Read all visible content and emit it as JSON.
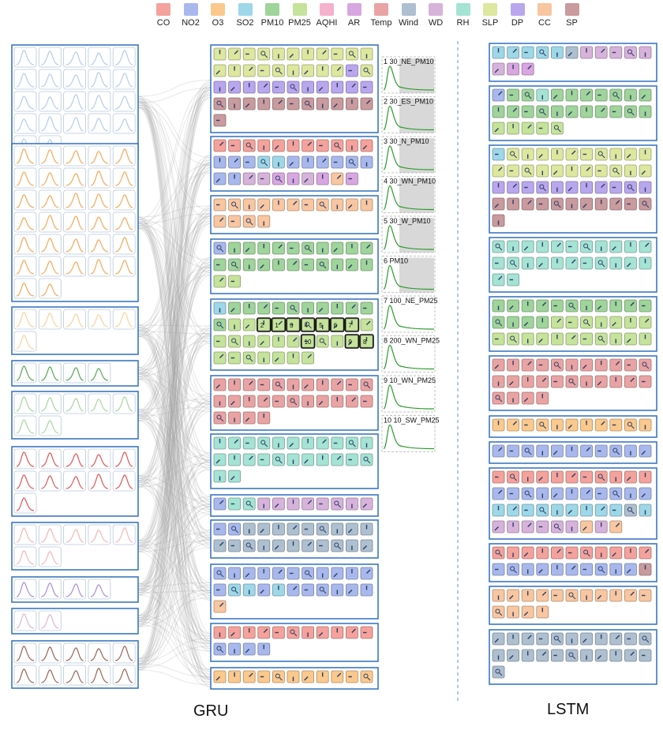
{
  "legend": [
    {
      "label": "CO",
      "color": "#f4a29b"
    },
    {
      "label": "NO2",
      "color": "#a9b8ec"
    },
    {
      "label": "O3",
      "color": "#fbc98d"
    },
    {
      "label": "SO2",
      "color": "#9ed7e8"
    },
    {
      "label": "PM10",
      "color": "#9fd49a"
    },
    {
      "label": "PM25",
      "color": "#c5e39a"
    },
    {
      "label": "AQHI",
      "color": "#f6b1cc"
    },
    {
      "label": "AR",
      "color": "#d8a6e0"
    },
    {
      "label": "Temp",
      "color": "#eaa3a3"
    },
    {
      "label": "Wind",
      "color": "#aebfd0"
    },
    {
      "label": "WD",
      "color": "#d7b3dc"
    },
    {
      "label": "RH",
      "color": "#a5e3d4"
    },
    {
      "label": "SLP",
      "color": "#dde79e"
    },
    {
      "label": "DP",
      "color": "#b9a7ee"
    },
    {
      "label": "CC",
      "color": "#f8c6a0"
    },
    {
      "label": "SP",
      "color": "#c99a9e"
    }
  ],
  "gru_label": "GRU",
  "lstm_label": "LSTM",
  "spark_labels": [
    "1 30_NE_PM10",
    "2 30_ES_PM10",
    "3 30_N_PM10",
    "4 30_WN_PM10",
    "5 30_W_PM10",
    "6 PM10",
    "7 100_NE_PM25",
    "8 200_WN_PM25",
    "9 10_WN_PM25",
    "10 10_SW_PM25"
  ],
  "highlight_numbers": [
    "2",
    "1",
    "3",
    "4",
    "5",
    "6",
    "7",
    "10",
    "9",
    "8"
  ],
  "left_clusters": [
    {
      "count": 22,
      "color": "#a9c3e8"
    },
    {
      "count": 32,
      "color": "#f39a3c"
    },
    {
      "count": 6,
      "color": "#fbc98d"
    },
    {
      "count": 4,
      "color": "#3a9a3a"
    },
    {
      "count": 7,
      "color": "#99d090"
    },
    {
      "count": 11,
      "color": "#d93a3a"
    },
    {
      "count": 7,
      "color": "#f4a9a9"
    },
    {
      "count": 4,
      "color": "#9a7ad8"
    },
    {
      "count": 2,
      "color": "#d6a9c9"
    },
    {
      "count": 10,
      "color": "#8a4a3a"
    }
  ],
  "gru_groups": [
    {
      "rows": [
        [
          "SLP",
          "SLP",
          "SLP",
          "SLP",
          "SLP",
          "SLP",
          "SLP",
          "SLP",
          "SLP",
          "SLP",
          "SLP"
        ],
        [
          "SLP",
          "SLP",
          "SLP",
          "SLP",
          "SLP",
          "SLP",
          "SLP",
          "SLP",
          "SLP",
          "DP",
          "SLP"
        ],
        [
          "DP",
          "DP",
          "DP",
          "DP",
          "DP",
          "DP",
          "DP",
          "DP",
          "DP",
          "DP",
          "DP"
        ],
        [
          "SP",
          "SP",
          "SP",
          "SP",
          "SP",
          "SP",
          "SP",
          "SP",
          "SP",
          "SP",
          "SP"
        ],
        [
          "SP"
        ]
      ]
    },
    {
      "rows": [
        [
          "CO",
          "CO",
          "CO",
          "CO",
          "CO",
          "CO",
          "CO",
          "CO",
          "CO",
          "CO",
          "CO"
        ],
        [
          "NO2",
          "NO2",
          "NO2",
          "SO2",
          "SO2",
          "NO2",
          "NO2",
          "NO2",
          "NO2",
          "NO2",
          "NO2"
        ],
        [
          "NO2",
          "NO2",
          "WD",
          "WD",
          "AR",
          "AR",
          "WD",
          "AR",
          "CC",
          "AR"
        ]
      ]
    },
    {
      "rows": [
        [
          "CC",
          "CC",
          "CC",
          "CC",
          "CC",
          "CC",
          "CC",
          "CC",
          "CC",
          "CC",
          "CC"
        ],
        [
          "CC",
          "CC",
          "CC",
          "CC"
        ]
      ]
    },
    {
      "rows": [
        [
          "NO2",
          "PM10",
          "PM10",
          "PM10",
          "PM10",
          "PM10",
          "PM10",
          "PM10",
          "PM10",
          "PM10",
          "PM10"
        ],
        [
          "PM10",
          "PM10",
          "PM10",
          "PM10",
          "PM10",
          "PM10",
          "PM10",
          "PM10",
          "PM10",
          "PM10",
          "PM10"
        ],
        [
          "PM25",
          "PM25"
        ]
      ]
    },
    {
      "rows": [
        [
          "SO2",
          "PM10",
          "PM10",
          "PM10",
          "PM10",
          "PM10",
          "PM10",
          "PM10",
          "PM10",
          "PM10",
          "PM10"
        ],
        [
          "PM10",
          "PM25",
          "PM25",
          "PM25",
          "PM25",
          "PM25",
          "PM25",
          "PM25",
          "PM25",
          "PM25",
          "PM25"
        ],
        [
          "PM25",
          "PM25",
          "PM25",
          "PM25",
          "PM25",
          "PM25",
          "PM25",
          "PM25",
          "PM25",
          "PM25",
          "PM25"
        ],
        [
          "PM25",
          "PM25",
          "PM25",
          "PM25",
          "PM25",
          "PM25",
          "PM25"
        ]
      ]
    },
    {
      "rows": [
        [
          "Temp",
          "Temp",
          "Temp",
          "Temp",
          "Temp",
          "Temp",
          "Temp",
          "Temp",
          "Temp",
          "Temp",
          "Temp"
        ],
        [
          "Temp",
          "Temp",
          "Temp",
          "Temp",
          "Temp",
          "Temp",
          "Temp",
          "Temp",
          "Temp",
          "Temp",
          "Temp"
        ],
        [
          "Temp",
          "Temp",
          "Temp",
          "Temp"
        ]
      ]
    },
    {
      "rows": [
        [
          "RH",
          "RH",
          "RH",
          "RH",
          "RH",
          "RH",
          "RH",
          "RH",
          "RH",
          "RH",
          "RH"
        ],
        [
          "RH",
          "RH",
          "RH",
          "RH",
          "RH",
          "RH",
          "RH",
          "RH",
          "RH",
          "RH",
          "RH"
        ],
        [
          "RH",
          "RH"
        ]
      ]
    },
    {
      "rows": [
        [
          "NO2",
          "RH",
          "RH",
          "WD",
          "WD",
          "WD",
          "WD",
          "WD",
          "WD",
          "WD",
          "WD"
        ]
      ]
    },
    {
      "rows": [
        [
          "NO2",
          "NO2",
          "Wind",
          "Wind",
          "Wind",
          "Wind",
          "Wind",
          "Wind",
          "Wind",
          "Wind",
          "Wind"
        ],
        [
          "Wind",
          "Wind",
          "Wind",
          "Wind",
          "Wind",
          "Wind",
          "Wind",
          "Wind",
          "Wind",
          "Wind",
          "Wind"
        ]
      ]
    },
    {
      "rows": [
        [
          "NO2",
          "NO2",
          "NO2",
          "NO2",
          "NO2",
          "NO2",
          "NO2",
          "NO2",
          "NO2",
          "NO2",
          "NO2"
        ],
        [
          "NO2",
          "SO2",
          "SO2",
          "NO2",
          "SO2",
          "NO2",
          "NO2",
          "NO2",
          "NO2",
          "NO2",
          "NO2"
        ],
        [
          "CC"
        ]
      ]
    },
    {
      "rows": [
        [
          "CO",
          "CO",
          "CO",
          "CO",
          "CO",
          "CO",
          "CO",
          "CO",
          "CO",
          "CO",
          "CO"
        ],
        [
          "NO2",
          "NO2",
          "NO2",
          "NO2"
        ]
      ]
    },
    {
      "rows": [
        [
          "O3",
          "O3",
          "O3",
          "O3",
          "O3",
          "O3",
          "O3",
          "O3",
          "O3",
          "O3",
          "O3"
        ]
      ]
    }
  ],
  "lstm_groups": [
    {
      "rows": [
        [
          "SO2",
          "SO2",
          "SO2",
          "SO2",
          "SO2",
          "Wind",
          "WD",
          "WD",
          "WD",
          "WD",
          "WD"
        ],
        [
          "WD",
          "AR",
          "AR"
        ]
      ]
    },
    {
      "rows": [
        [
          "NO2",
          "PM10",
          "PM10",
          "RH",
          "PM10",
          "PM10",
          "PM10",
          "PM10",
          "PM10",
          "PM10",
          "PM10"
        ],
        [
          "PM10",
          "PM10",
          "PM10",
          "PM10",
          "PM10",
          "PM10",
          "PM10",
          "PM10",
          "PM10",
          "PM10",
          "PM10"
        ],
        [
          "PM25",
          "PM25",
          "PM25",
          "PM25",
          "PM25"
        ]
      ]
    },
    {
      "rows": [
        [
          "SO2",
          "SLP",
          "SLP",
          "SLP",
          "SLP",
          "SLP",
          "SLP",
          "SLP",
          "SLP",
          "SLP",
          "SLP"
        ],
        [
          "SLP",
          "SLP",
          "SLP",
          "SLP",
          "SLP",
          "SLP",
          "SLP",
          "SLP",
          "SLP",
          "SLP",
          "SLP"
        ],
        [
          "DP",
          "DP",
          "DP",
          "DP",
          "DP",
          "DP",
          "DP",
          "DP",
          "DP",
          "DP",
          "DP"
        ],
        [
          "SP",
          "SP",
          "SP",
          "SP",
          "SP",
          "SP",
          "SP",
          "SP",
          "SP",
          "SP",
          "SP"
        ],
        [
          "SP"
        ]
      ]
    },
    {
      "rows": [
        [
          "RH",
          "RH",
          "RH",
          "RH",
          "RH",
          "RH",
          "RH",
          "RH",
          "RH",
          "RH",
          "RH"
        ],
        [
          "RH",
          "RH",
          "RH",
          "RH",
          "RH",
          "RH",
          "RH",
          "RH",
          "RH",
          "RH",
          "RH"
        ],
        [
          "RH",
          "RH"
        ]
      ]
    },
    {
      "rows": [
        [
          "PM10",
          "PM10",
          "PM10",
          "PM10",
          "PM10",
          "PM10",
          "PM10",
          "PM10",
          "PM10",
          "PM10",
          "PM10"
        ],
        [
          "PM10",
          "PM10",
          "PM10",
          "PM10",
          "PM25",
          "PM25",
          "PM25",
          "PM25",
          "PM25",
          "PM25",
          "PM25"
        ],
        [
          "PM25",
          "PM25",
          "PM25",
          "PM25",
          "PM25",
          "PM25",
          "PM25",
          "PM25",
          "PM25",
          "PM25",
          "PM25"
        ]
      ]
    },
    {
      "rows": [
        [
          "Temp",
          "Temp",
          "Temp",
          "Temp",
          "Temp",
          "Temp",
          "Temp",
          "Temp",
          "Temp",
          "Temp",
          "Temp"
        ],
        [
          "Temp",
          "Temp",
          "Temp",
          "Temp",
          "Temp",
          "Temp",
          "Temp",
          "Temp",
          "Temp",
          "Temp",
          "Temp"
        ],
        [
          "Temp",
          "Temp",
          "Temp",
          "Temp"
        ]
      ]
    },
    {
      "rows": [
        [
          "O3",
          "O3",
          "O3",
          "O3",
          "O3",
          "O3",
          "O3",
          "O3",
          "O3",
          "O3",
          "O3"
        ]
      ]
    },
    {
      "rows": [
        [
          "NO2",
          "NO2",
          "NO2",
          "NO2",
          "NO2",
          "NO2",
          "NO2",
          "NO2",
          "NO2",
          "NO2",
          "NO2"
        ]
      ]
    },
    {
      "rows": [
        [
          "CO",
          "CO",
          "CO",
          "CO",
          "CO",
          "CO",
          "CO",
          "CO",
          "CO",
          "CO",
          "CO"
        ],
        [
          "NO2",
          "NO2",
          "NO2",
          "NO2",
          "NO2",
          "NO2",
          "NO2",
          "NO2",
          "NO2",
          "NO2",
          "NO2"
        ],
        [
          "SO2",
          "SO2",
          "SO2",
          "SO2",
          "SO2",
          "SO2",
          "SO2",
          "SO2",
          "SO2",
          "Wind",
          "SO2"
        ],
        [
          "WD",
          "WD",
          "WD",
          "WD",
          "WD",
          "WD",
          "CC",
          "WD",
          "CC"
        ]
      ]
    },
    {
      "rows": [
        [
          "CO",
          "CO",
          "CO",
          "CO",
          "CO",
          "CO",
          "CO",
          "CO",
          "CO",
          "CO",
          "CO"
        ],
        [
          "NO2",
          "NO2",
          "NO2",
          "NO2",
          "NO2",
          "NO2",
          "NO2",
          "NO2",
          "NO2",
          "NO2",
          "SP"
        ]
      ]
    },
    {
      "rows": [
        [
          "CC",
          "CC",
          "CC",
          "CC",
          "CC",
          "CC",
          "CC",
          "CC",
          "CC",
          "CC",
          "CC"
        ],
        [
          "CC",
          "CC",
          "CC",
          "CC"
        ]
      ]
    },
    {
      "rows": [
        [
          "Wind",
          "Wind",
          "Wind",
          "Wind",
          "Wind",
          "Wind",
          "Wind",
          "Wind",
          "Wind",
          "Wind",
          "Wind"
        ],
        [
          "Wind",
          "Wind",
          "Wind",
          "Wind",
          "Wind",
          "Wind",
          "Wind",
          "Wind",
          "Wind",
          "Wind",
          "Wind"
        ],
        [
          "Wind"
        ]
      ]
    }
  ]
}
